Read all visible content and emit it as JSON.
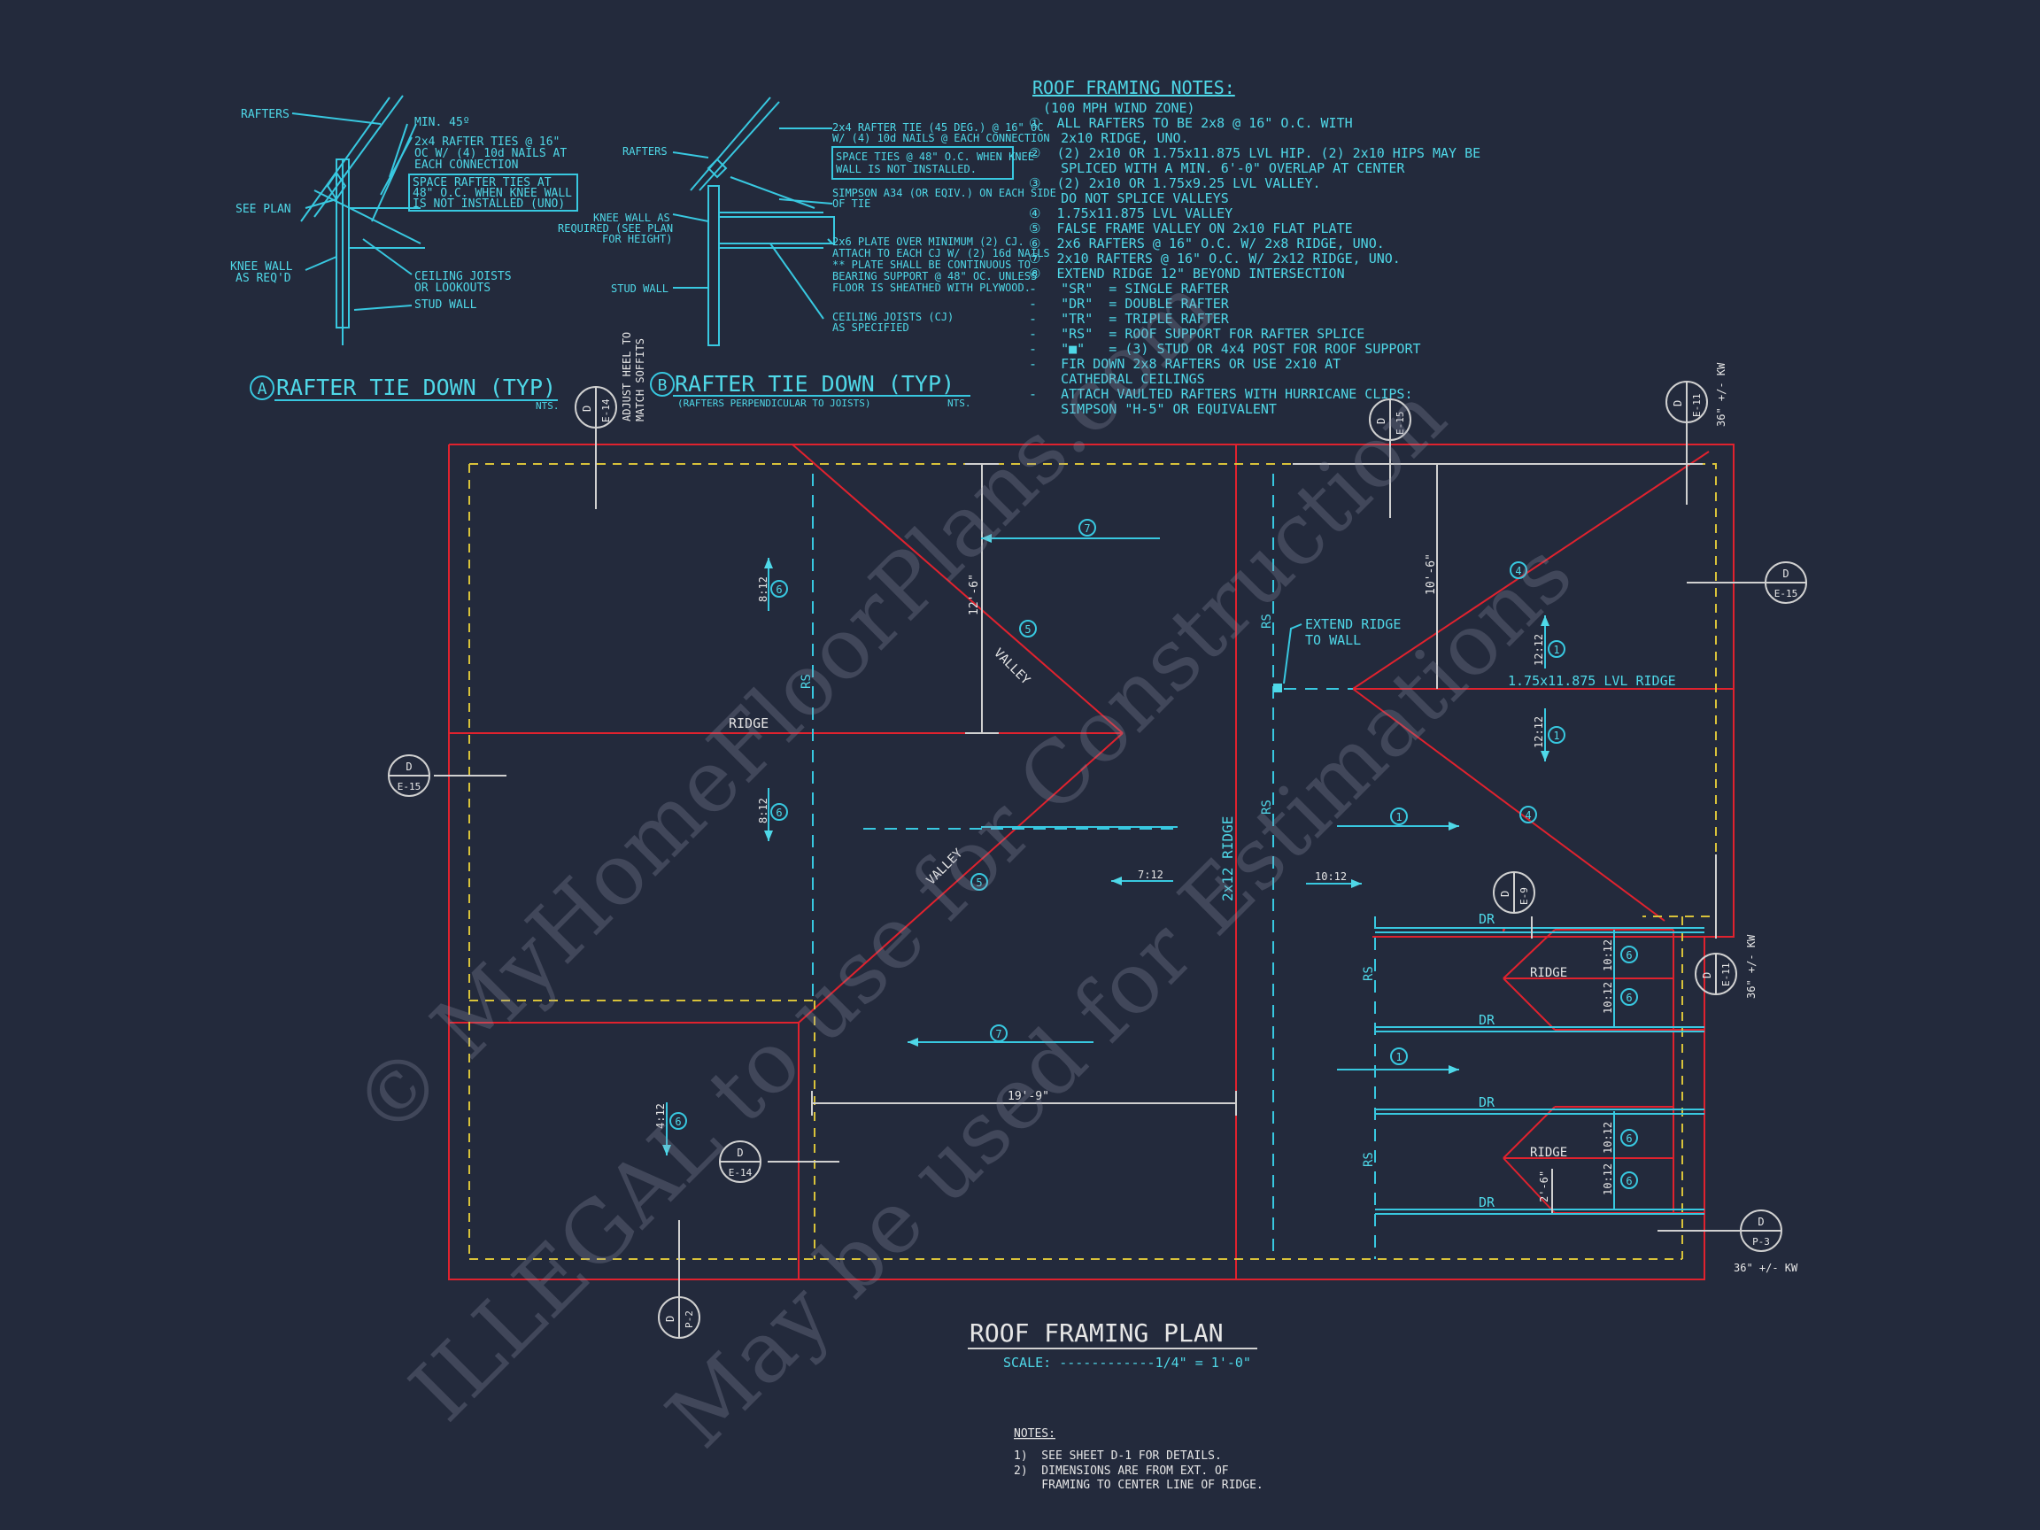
{
  "detail_a": {
    "label_rafters": "RAFTERS",
    "label_min45": "MIN. 45º",
    "ties_1": "2x4 RAFTER TIES @ 16\"",
    "ties_2": "OC W/ (4) 10d NAILS AT",
    "ties_3": "EACH CONNECTION",
    "space_1": "SPACE RAFTER TIES AT",
    "space_2": "48\" O.C. WHEN KNEE WALL",
    "space_3": "IS NOT INSTALLED (UNO)",
    "see_plan": "SEE PLAN",
    "knee_1": "KNEE WALL",
    "knee_2": "AS REQ'D",
    "ceiling_1": "CEILING JOISTS",
    "ceiling_2": "OR LOOKOUTS",
    "stud_wall": "STUD WALL",
    "title_letter": "A",
    "title": "RAFTER TIE DOWN (TYP)",
    "nts": "NTS."
  },
  "detail_b": {
    "label_rafters": "RAFTERS",
    "tie_1": "2x4 RAFTER TIE (45 DEG.) @ 16\" OC",
    "tie_2": "W/ (4) 10d NAILS @ EACH CONNECTION",
    "space_1": "SPACE TIES @ 48\" O.C. WHEN KNEE",
    "space_2": "WALL IS NOT INSTALLED.",
    "simpson_1": "SIMPSON A34 (OR EQIV.) ON EACH SIDE",
    "simpson_2": "OF TIE",
    "knee_1": "KNEE WALL AS",
    "knee_2": "REQUIRED (SEE PLAN",
    "knee_3": "FOR HEIGHT)",
    "stud_wall": "STUD WALL",
    "plate_1": "2x6 PLATE OVER MINIMUM (2) CJ.",
    "plate_2": "ATTACH TO EACH CJ W/ (2) 16d NAILS",
    "plate_3": "** PLATE SHALL BE CONTINUOUS TO",
    "plate_4": "BEARING SUPPORT @ 48\" OC. UNLESS",
    "plate_5": "FLOOR IS SHEATHED WITH PLYWOOD.",
    "cj_1": "CEILING JOISTS (CJ)",
    "cj_2": "AS SPECIFIED",
    "title_letter": "B",
    "title": "RAFTER TIE DOWN (TYP)",
    "subtitle": "(RAFTERS PERPENDICULAR TO JOISTS)",
    "nts": "NTS.",
    "heel_1": "ADJUST HEEL TO",
    "heel_2": "MATCH SOFFITS"
  },
  "notes": {
    "title": "ROOF FRAMING NOTES:",
    "lines": [
      "(100 MPH WIND ZONE)",
      "①  ALL RAFTERS TO BE 2x8 @ 16\" O.C. WITH",
      "    2x10 RIDGE, UNO.",
      "②  (2) 2x10 OR 1.75x11.875 LVL HIP. (2) 2x10 HIPS MAY BE",
      "    SPLICED WITH A MIN. 6'-0\" OVERLAP AT CENTER",
      "③  (2) 2x10 OR 1.75x9.25 LVL VALLEY.",
      "    DO NOT SPLICE VALLEYS",
      "④  1.75x11.875 LVL VALLEY",
      "⑤  FALSE FRAME VALLEY ON 2x10 FLAT PLATE",
      "⑥  2x6 RAFTERS @ 16\" O.C. W/ 2x8 RIDGE, UNO.",
      "⑦  2x10 RAFTERS @ 16\" O.C. W/ 2x12 RIDGE, UNO.",
      "⑧  EXTEND RIDGE 12\" BEYOND INTERSECTION",
      "-   \"SR\"  = SINGLE RAFTER",
      "-   \"DR\"  = DOUBLE RAFTER",
      "-   \"TR\"  = TRIPLE RAFTER",
      "-   \"RS\"  = ROOF SUPPORT FOR RAFTER SPLICE",
      "-   \"■\"   = (3) STUD OR 4x4 POST FOR ROOF SUPPORT",
      "-   FIR DOWN 2x8 RAFTERS OR USE 2x10 AT",
      "    CATHEDRAL CEILINGS",
      "-   ATTACH VAULTED RAFTERS WITH HURRICANE CLIPS:",
      "    SIMPSON \"H-5\" OR EQUIVALENT"
    ]
  },
  "plan": {
    "ridge": "RIDGE",
    "valley": "VALLEY",
    "rs": "RS",
    "ridge_2x12": "2x12 RIDGE",
    "lvl_ridge": "1.75x11.875 LVL RIDGE",
    "extend_1": "EXTEND RIDGE",
    "extend_2": "TO WALL",
    "dr": "DR",
    "dim_12_6": "12'-6\"",
    "dim_10_6": "10'-6\"",
    "dim_19_9": "19'-9\"",
    "dim_2_6": "2'-6\"",
    "pitch_8": "8:12",
    "pitch_12": "12:12",
    "pitch_7": "7:12",
    "pitch_10": "10:12",
    "pitch_4": "4:12",
    "n1": "1",
    "n4": "4",
    "n5": "5",
    "n6": "6",
    "n7": "7",
    "kw": "36\" +/- KW",
    "sec_d": "D",
    "e14": "E-14",
    "e15": "E-15",
    "e11": "E-11",
    "e9": "E-9",
    "p2": "P-2",
    "p3": "P-3"
  },
  "title": {
    "main": "ROOF FRAMING PLAN",
    "scale": "SCALE: ------------1/4\" = 1'-0\""
  },
  "footer": {
    "title": "NOTES:",
    "n1": "1)  SEE SHEET D-1 FOR DETAILS.",
    "n2": "2)  DIMENSIONS ARE FROM EXT. OF",
    "n3": "    FRAMING TO CENTER LINE OF RIDGE."
  },
  "watermark": {
    "line1": "© MyHomeFloorPlans.com",
    "line2": "ILLEGAL to use for Construction",
    "line3": "May be used for Estimations"
  }
}
